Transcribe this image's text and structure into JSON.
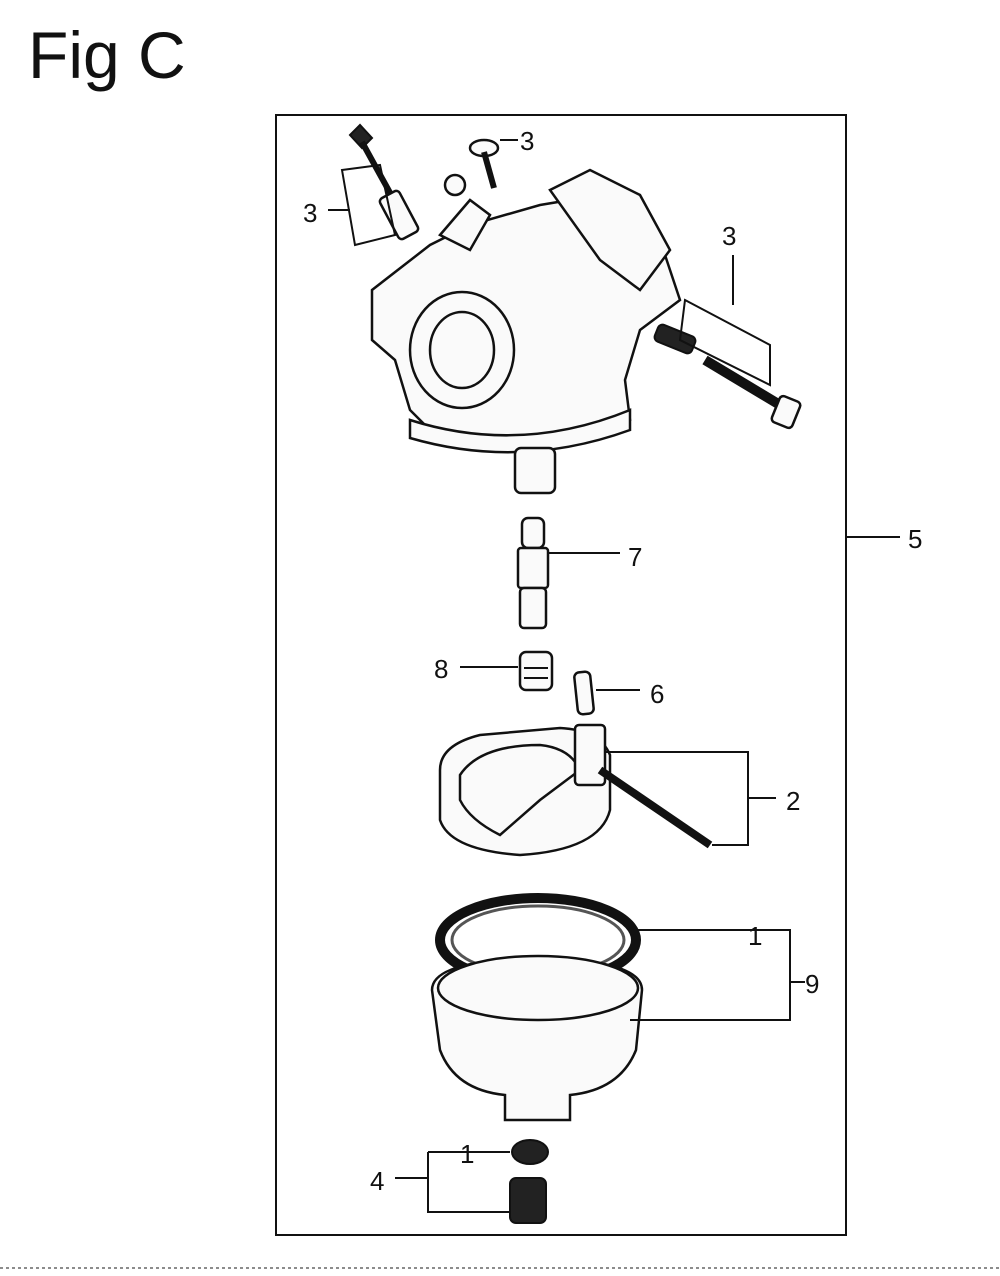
{
  "figure": {
    "title": "Fig C"
  },
  "callouts": [
    {
      "id": "3-top",
      "label": "3"
    },
    {
      "id": "3-left",
      "label": "3"
    },
    {
      "id": "3-right",
      "label": "3"
    },
    {
      "id": "5",
      "label": "5"
    },
    {
      "id": "7",
      "label": "7"
    },
    {
      "id": "8",
      "label": "8"
    },
    {
      "id": "6",
      "label": "6"
    },
    {
      "id": "2",
      "label": "2"
    },
    {
      "id": "1-ring",
      "label": "1"
    },
    {
      "id": "9",
      "label": "9"
    },
    {
      "id": "1-washer",
      "label": "1"
    },
    {
      "id": "4",
      "label": "4"
    }
  ]
}
